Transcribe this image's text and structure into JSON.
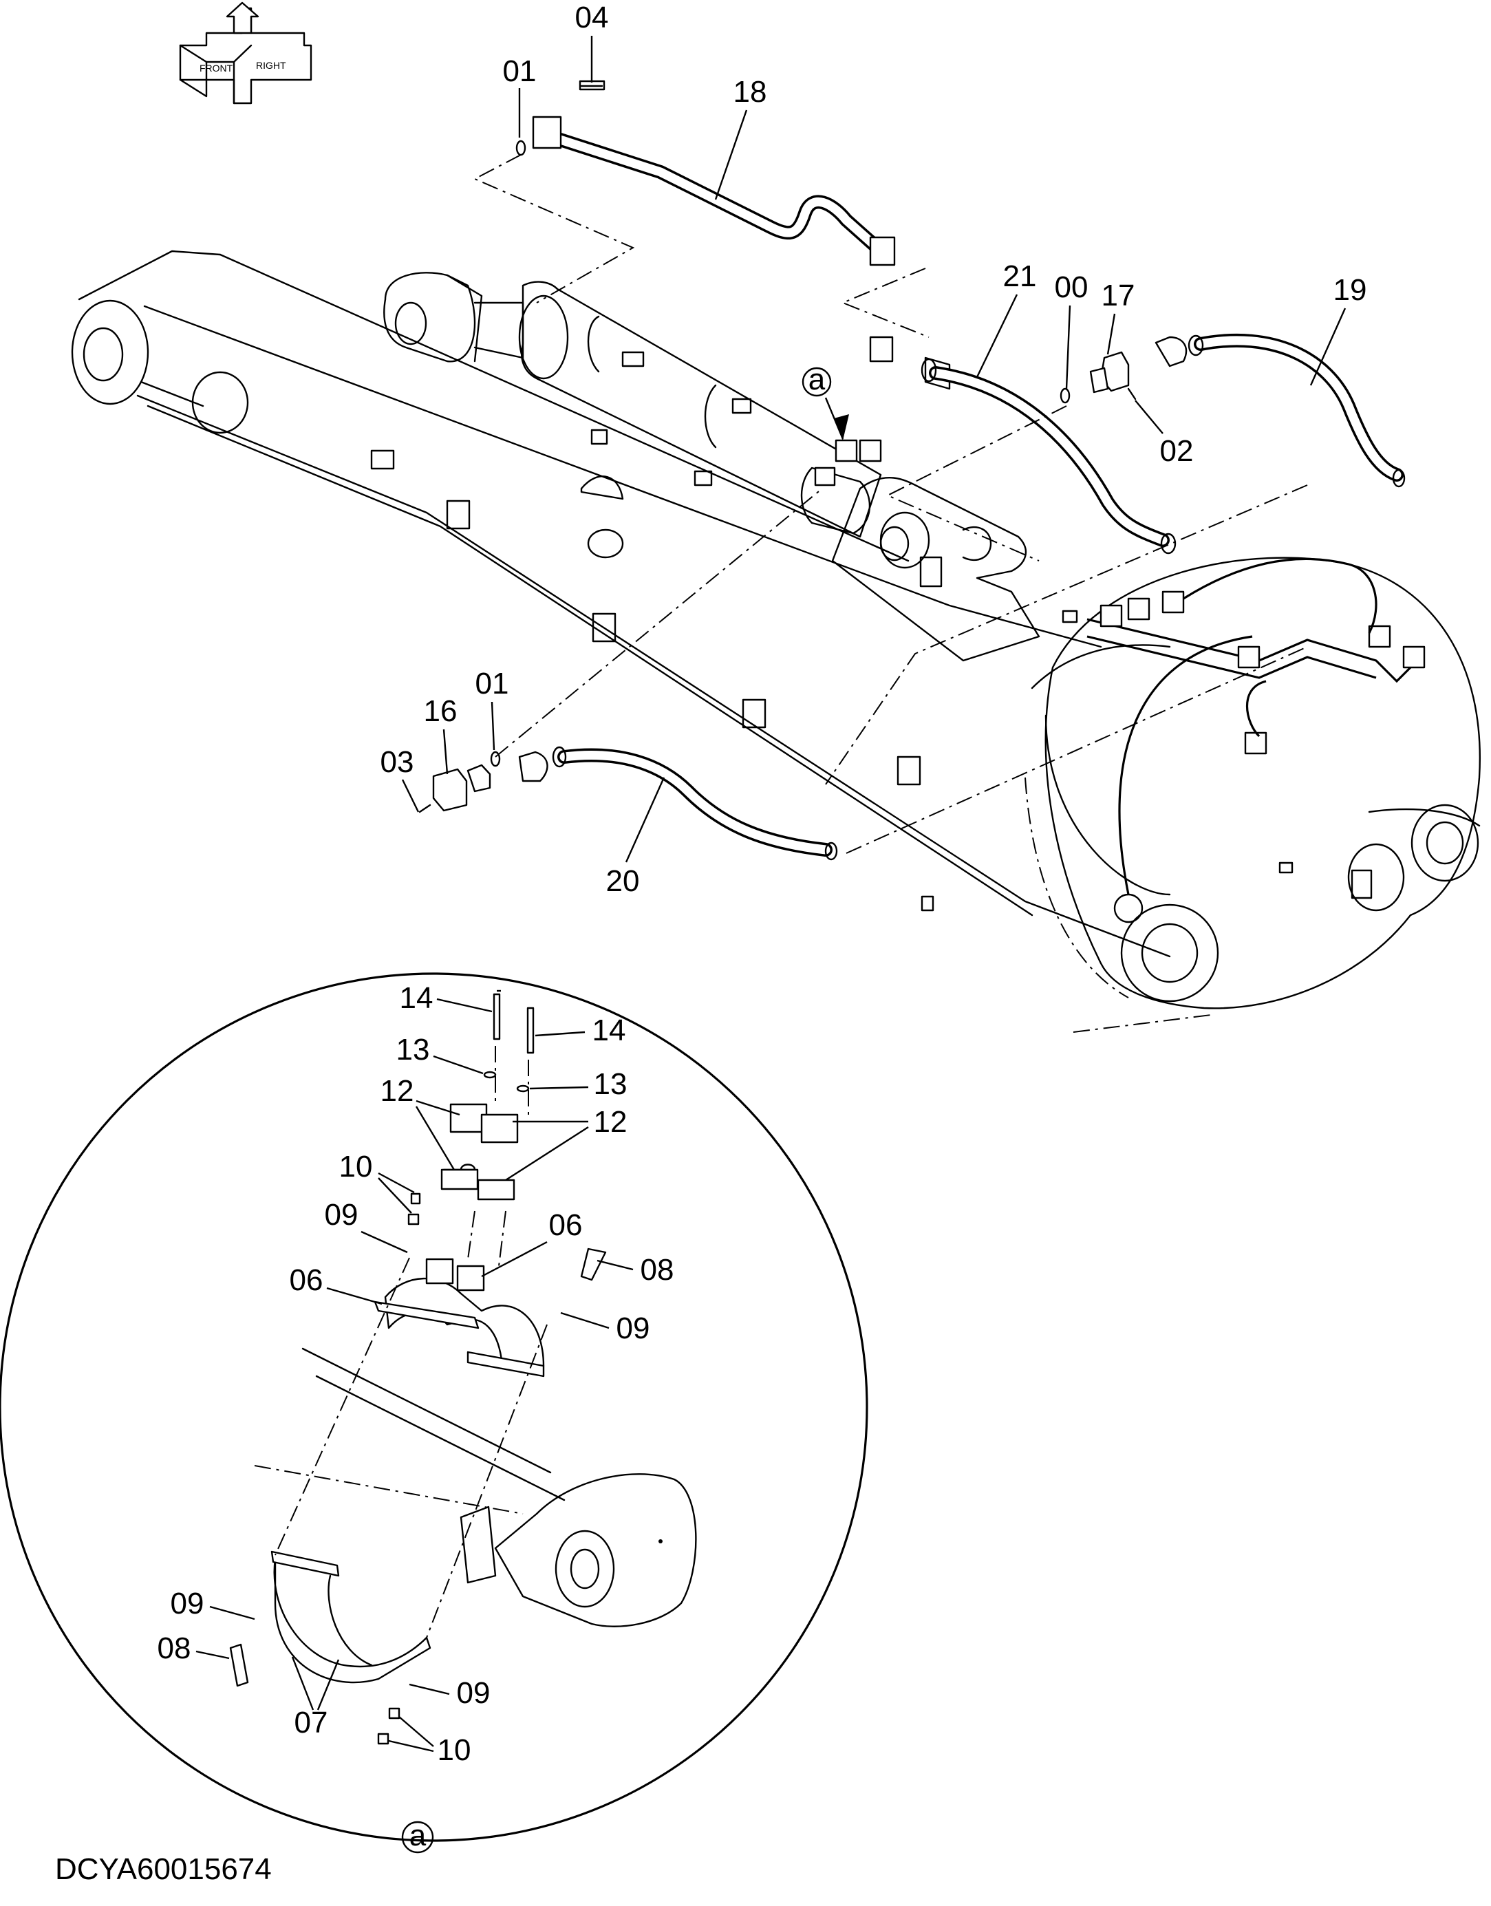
{
  "labels": {
    "l04": "04",
    "l01_top": "01",
    "l18": "18",
    "l21": "21",
    "l00": "00",
    "l17": "17",
    "l19": "19",
    "l02": "02",
    "l_a_top": "a",
    "l01_mid": "01",
    "l16": "16",
    "l03": "03",
    "l20": "20",
    "l14_a": "14",
    "l14_b": "14",
    "l13_a": "13",
    "l13_b": "13",
    "l12_a": "12",
    "l12_b": "12",
    "l10_a": "10",
    "l09_a": "09",
    "l06_a": "06",
    "l08_a": "08",
    "l06_b": "06",
    "l09_b": "09",
    "l09_c": "09",
    "l08_b": "08",
    "l09_d": "09",
    "l07": "07",
    "l10_b": "10",
    "l_a_bottom": "a"
  },
  "compass": {
    "front": "FRONT",
    "right": "RIGHT"
  },
  "drawing_code": "DCYA60015674"
}
